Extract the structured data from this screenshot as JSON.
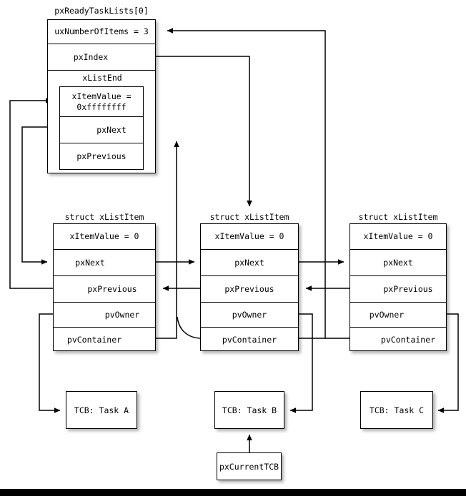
{
  "diagram": {
    "title_label": "pxReadyTaskLists[0]",
    "ready_list": {
      "label": "pxReadyTaskLists[0]",
      "rows": [
        {
          "key": "uxNumberOfItems",
          "text": "uxNumberOfItems = 3"
        },
        {
          "key": "pxIndex",
          "text": "pxIndex"
        }
      ],
      "list_end": {
        "label": "xListEnd",
        "rows": [
          {
            "key": "xItemValue",
            "text": "xItemValue =\n0xffffffff"
          },
          {
            "key": "pxNext",
            "text": "pxNext"
          },
          {
            "key": "pxPrevious",
            "text": "pxPrevious"
          }
        ]
      }
    },
    "list_items": [
      {
        "id": "item-a",
        "caption": "struct xListItem",
        "rows": [
          {
            "key": "xItemValue",
            "text": "xItemValue = 0"
          },
          {
            "key": "pxNext",
            "text": "pxNext"
          },
          {
            "key": "pxPrevious",
            "text": "pxPrevious"
          },
          {
            "key": "pvOwner",
            "text": "pvOwner"
          },
          {
            "key": "pvContainer",
            "text": "pvContainer"
          }
        ]
      },
      {
        "id": "item-b",
        "caption": "struct xListItem",
        "rows": [
          {
            "key": "xItemValue",
            "text": "xItemValue = 0"
          },
          {
            "key": "pxNext",
            "text": "pxNext"
          },
          {
            "key": "pxPrevious",
            "text": "pxPrevious"
          },
          {
            "key": "pvOwner",
            "text": "pvOwner"
          },
          {
            "key": "pvContainer",
            "text": "pvContainer"
          }
        ]
      },
      {
        "id": "item-c",
        "caption": "struct xListItem",
        "rows": [
          {
            "key": "xItemValue",
            "text": "xItemValue = 0"
          },
          {
            "key": "pxNext",
            "text": "pxNext"
          },
          {
            "key": "pxPrevious",
            "text": "pxPrevious"
          },
          {
            "key": "pvOwner",
            "text": "pvOwner"
          },
          {
            "key": "pvContainer",
            "text": "pvContainer"
          }
        ]
      }
    ],
    "tcbs": [
      {
        "id": "tcb-a",
        "text": "TCB: Task A"
      },
      {
        "id": "tcb-b",
        "text": "TCB: Task B"
      },
      {
        "id": "tcb-c",
        "text": "TCB: Task C"
      }
    ],
    "current_tcb": {
      "id": "pxCurrentTCB",
      "text": "pxCurrentTCB"
    },
    "colors": {
      "stroke": "#000000",
      "background": "#ffffff",
      "bottom_bar": "#000000"
    }
  }
}
